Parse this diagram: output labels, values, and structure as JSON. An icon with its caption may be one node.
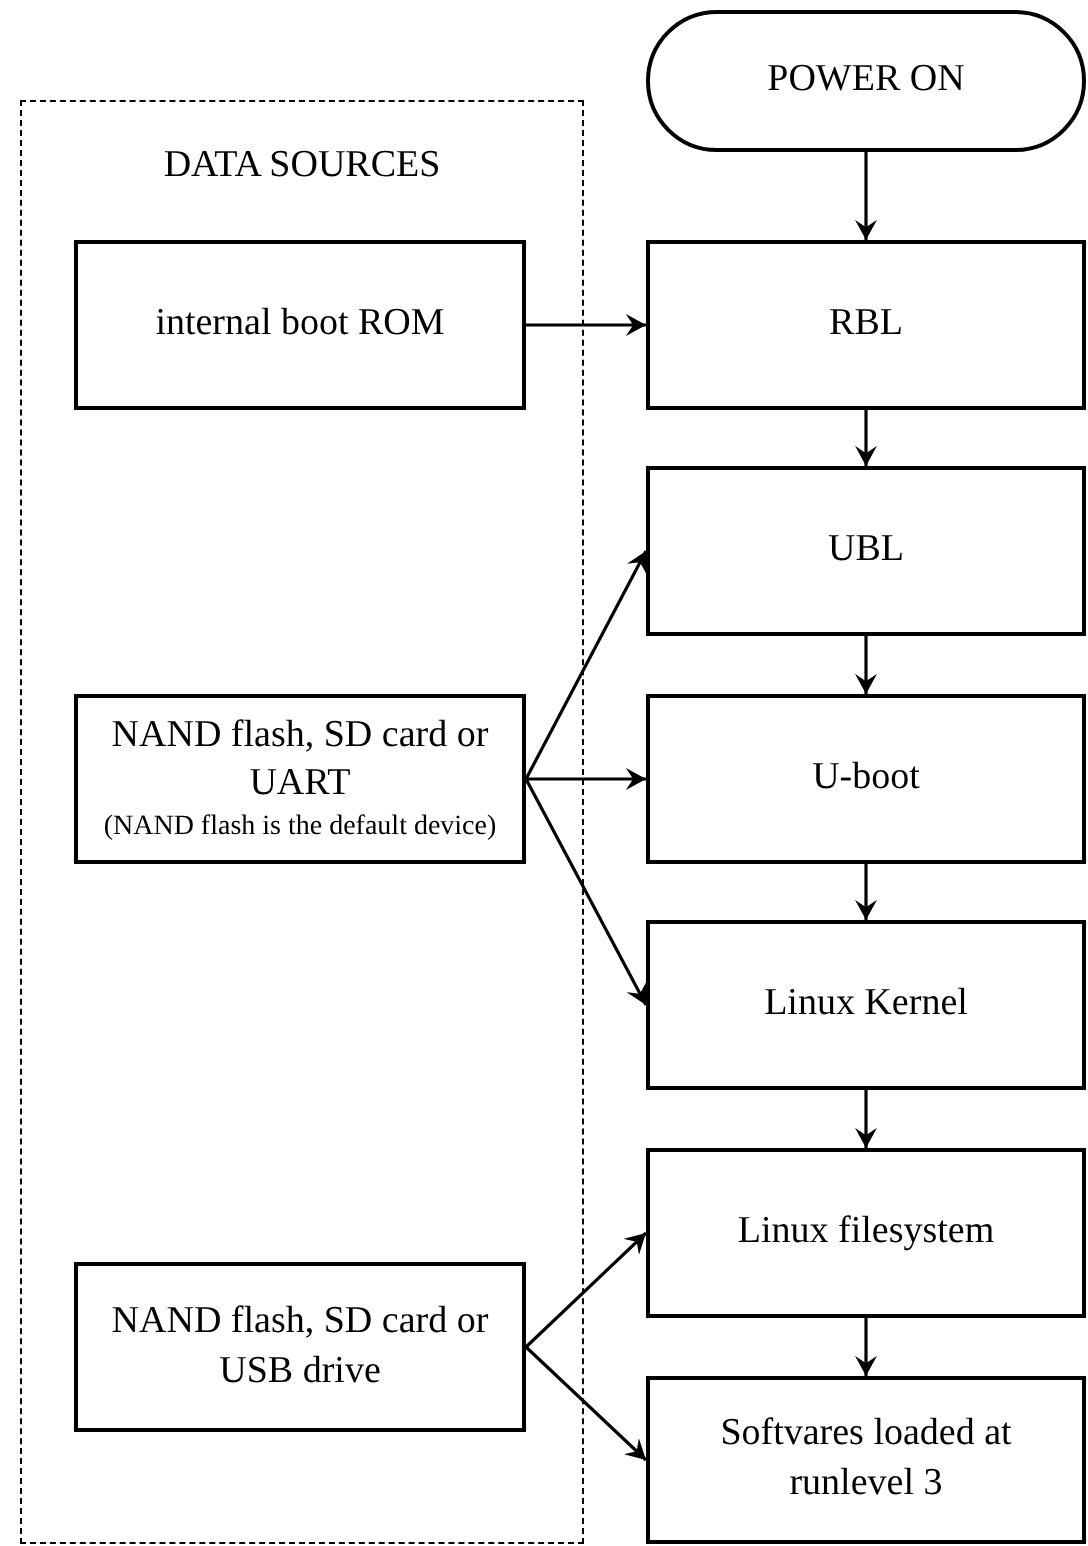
{
  "diagram": {
    "nodes": [
      {
        "text": [
          "POWER ON"
        ]
      },
      {
        "text": [
          "DATA SOURCES"
        ]
      },
      {
        "text": [
          "internal boot ROM"
        ],
        "in": 1
      },
      {
        "text": [
          "RBL"
        ]
      },
      {
        "text": [
          "UBL"
        ]
      },
      {
        "text": [
          "NAND flash, SD card or UART",
          "(NAND flash is the default device)"
        ],
        "in": 1
      },
      {
        "text": [
          "U-boot"
        ]
      },
      {
        "text": [
          "Linux Kernel"
        ]
      },
      {
        "text": [
          "Linux filesystem"
        ]
      },
      {
        "text": [
          "NAND flash, SD card or USB drive"
        ],
        "in": 1
      },
      {
        "text": [
          "Softvares loaded at runlevel 3"
        ]
      }
    ],
    "edges": [
      {
        "from": 0,
        "to": 3,
        "arrow": "to"
      },
      {
        "from": 2,
        "to": 3,
        "arrow": "to"
      },
      {
        "from": 3,
        "to": 4,
        "arrow": "to"
      },
      {
        "from": 5,
        "to": 4,
        "arrow": "to"
      },
      {
        "from": 4,
        "to": 6,
        "arrow": "to"
      },
      {
        "from": 5,
        "to": 6,
        "arrow": "to"
      },
      {
        "from": 6,
        "to": 7,
        "arrow": "to"
      },
      {
        "from": 5,
        "to": 7,
        "arrow": "to"
      },
      {
        "from": 7,
        "to": 8,
        "arrow": "to"
      },
      {
        "from": 9,
        "to": 8,
        "arrow": "to"
      },
      {
        "from": 8,
        "to": 10,
        "arrow": "to"
      },
      {
        "from": 9,
        "to": 10,
        "arrow": "to"
      }
    ]
  }
}
